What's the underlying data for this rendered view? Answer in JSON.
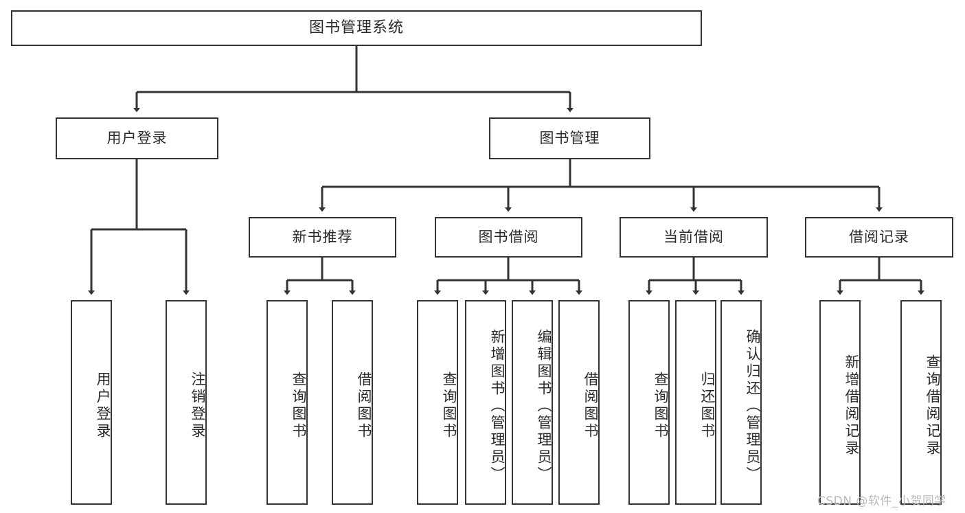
{
  "diagram": {
    "title": "图书管理系统",
    "type": "tree-hierarchy",
    "watermark": "CSDN @软件_小贺同学",
    "colors": {
      "node_border": "#333333",
      "node_fill": "#ffffff",
      "edge": "#333333",
      "text": "#2b2b2b",
      "watermark": "#b9b9b9"
    },
    "root": {
      "label": "图书管理系统"
    },
    "level2": [
      {
        "id": "user-login",
        "label": "用户登录"
      },
      {
        "id": "book-manage",
        "label": "图书管理"
      }
    ],
    "level3": [
      {
        "id": "new-book-recommend",
        "label": "新书推荐"
      },
      {
        "id": "book-borrow",
        "label": "图书借阅"
      },
      {
        "id": "current-borrow",
        "label": "当前借阅"
      },
      {
        "id": "borrow-record",
        "label": "借阅记录"
      }
    ],
    "leaves": {
      "user_login": [
        {
          "id": "leaf-user-login",
          "label": "用户登录"
        },
        {
          "id": "leaf-logout-login",
          "label": "注销登录"
        }
      ],
      "new_book_recommend": [
        {
          "id": "leaf-query-book-1",
          "label": "查询图书"
        },
        {
          "id": "leaf-borrow-book-1",
          "label": "借阅图书"
        }
      ],
      "book_borrow": [
        {
          "id": "leaf-query-book-2",
          "label": "查询图书"
        },
        {
          "id": "leaf-add-book",
          "label": "新增图书（管理员）"
        },
        {
          "id": "leaf-edit-book",
          "label": "编辑图书（管理员）"
        },
        {
          "id": "leaf-borrow-book-2",
          "label": "借阅图书"
        }
      ],
      "current_borrow": [
        {
          "id": "leaf-query-book-3",
          "label": "查询图书"
        },
        {
          "id": "leaf-return-book",
          "label": "归还图书"
        },
        {
          "id": "leaf-confirm-return",
          "label": "确认归还（管理员）"
        }
      ],
      "borrow_record": [
        {
          "id": "leaf-add-record",
          "label": "新增借阅记录"
        },
        {
          "id": "leaf-query-record",
          "label": "查询借阅记录"
        }
      ]
    }
  }
}
